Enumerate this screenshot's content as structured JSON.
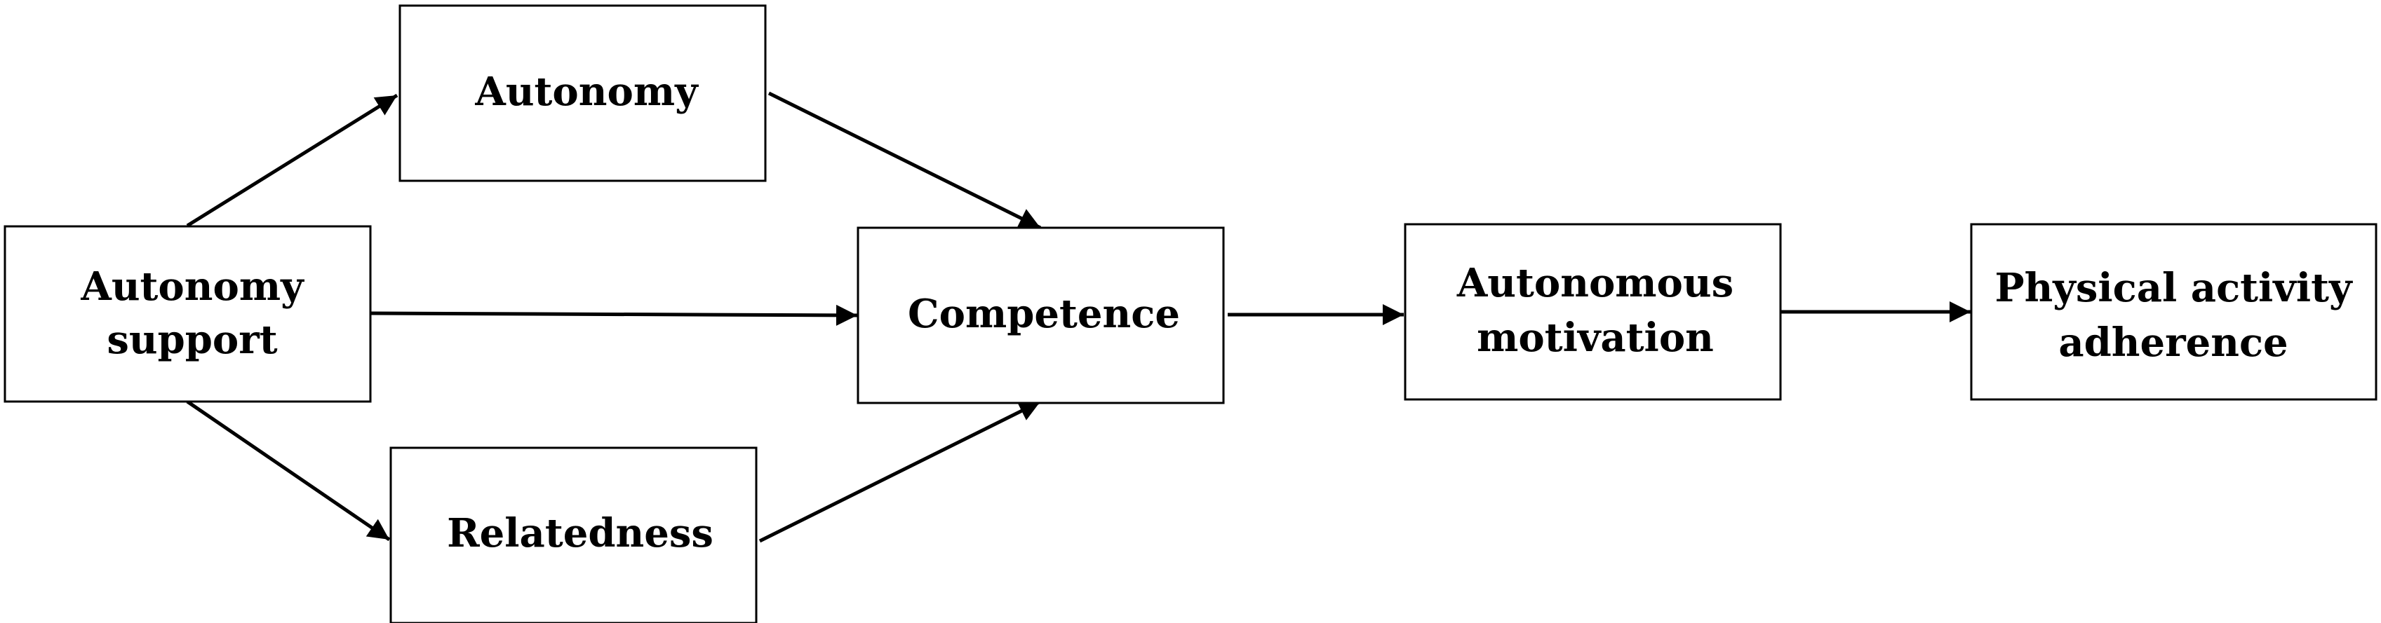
{
  "nodes": {
    "autonomy_support": {
      "lines": [
        "Autonomy",
        "support"
      ]
    },
    "autonomy": {
      "lines": [
        "Autonomy"
      ]
    },
    "relatedness": {
      "lines": [
        "Relatedness"
      ]
    },
    "competence": {
      "lines": [
        "Competence"
      ]
    },
    "autonomous_motivation": {
      "lines": [
        "Autonomous",
        "motivation"
      ]
    },
    "pa_adherence": {
      "lines": [
        "Physical activity",
        "adherence"
      ]
    }
  },
  "edges": [
    {
      "from": "autonomy_support",
      "to": "autonomy"
    },
    {
      "from": "autonomy_support",
      "to": "competence"
    },
    {
      "from": "autonomy_support",
      "to": "relatedness"
    },
    {
      "from": "autonomy",
      "to": "competence"
    },
    {
      "from": "relatedness",
      "to": "competence"
    },
    {
      "from": "competence",
      "to": "autonomous_motivation"
    },
    {
      "from": "autonomous_motivation",
      "to": "pa_adherence"
    }
  ],
  "colors": {
    "stroke": "#000000",
    "fill": "#ffffff",
    "text": "#000000"
  }
}
